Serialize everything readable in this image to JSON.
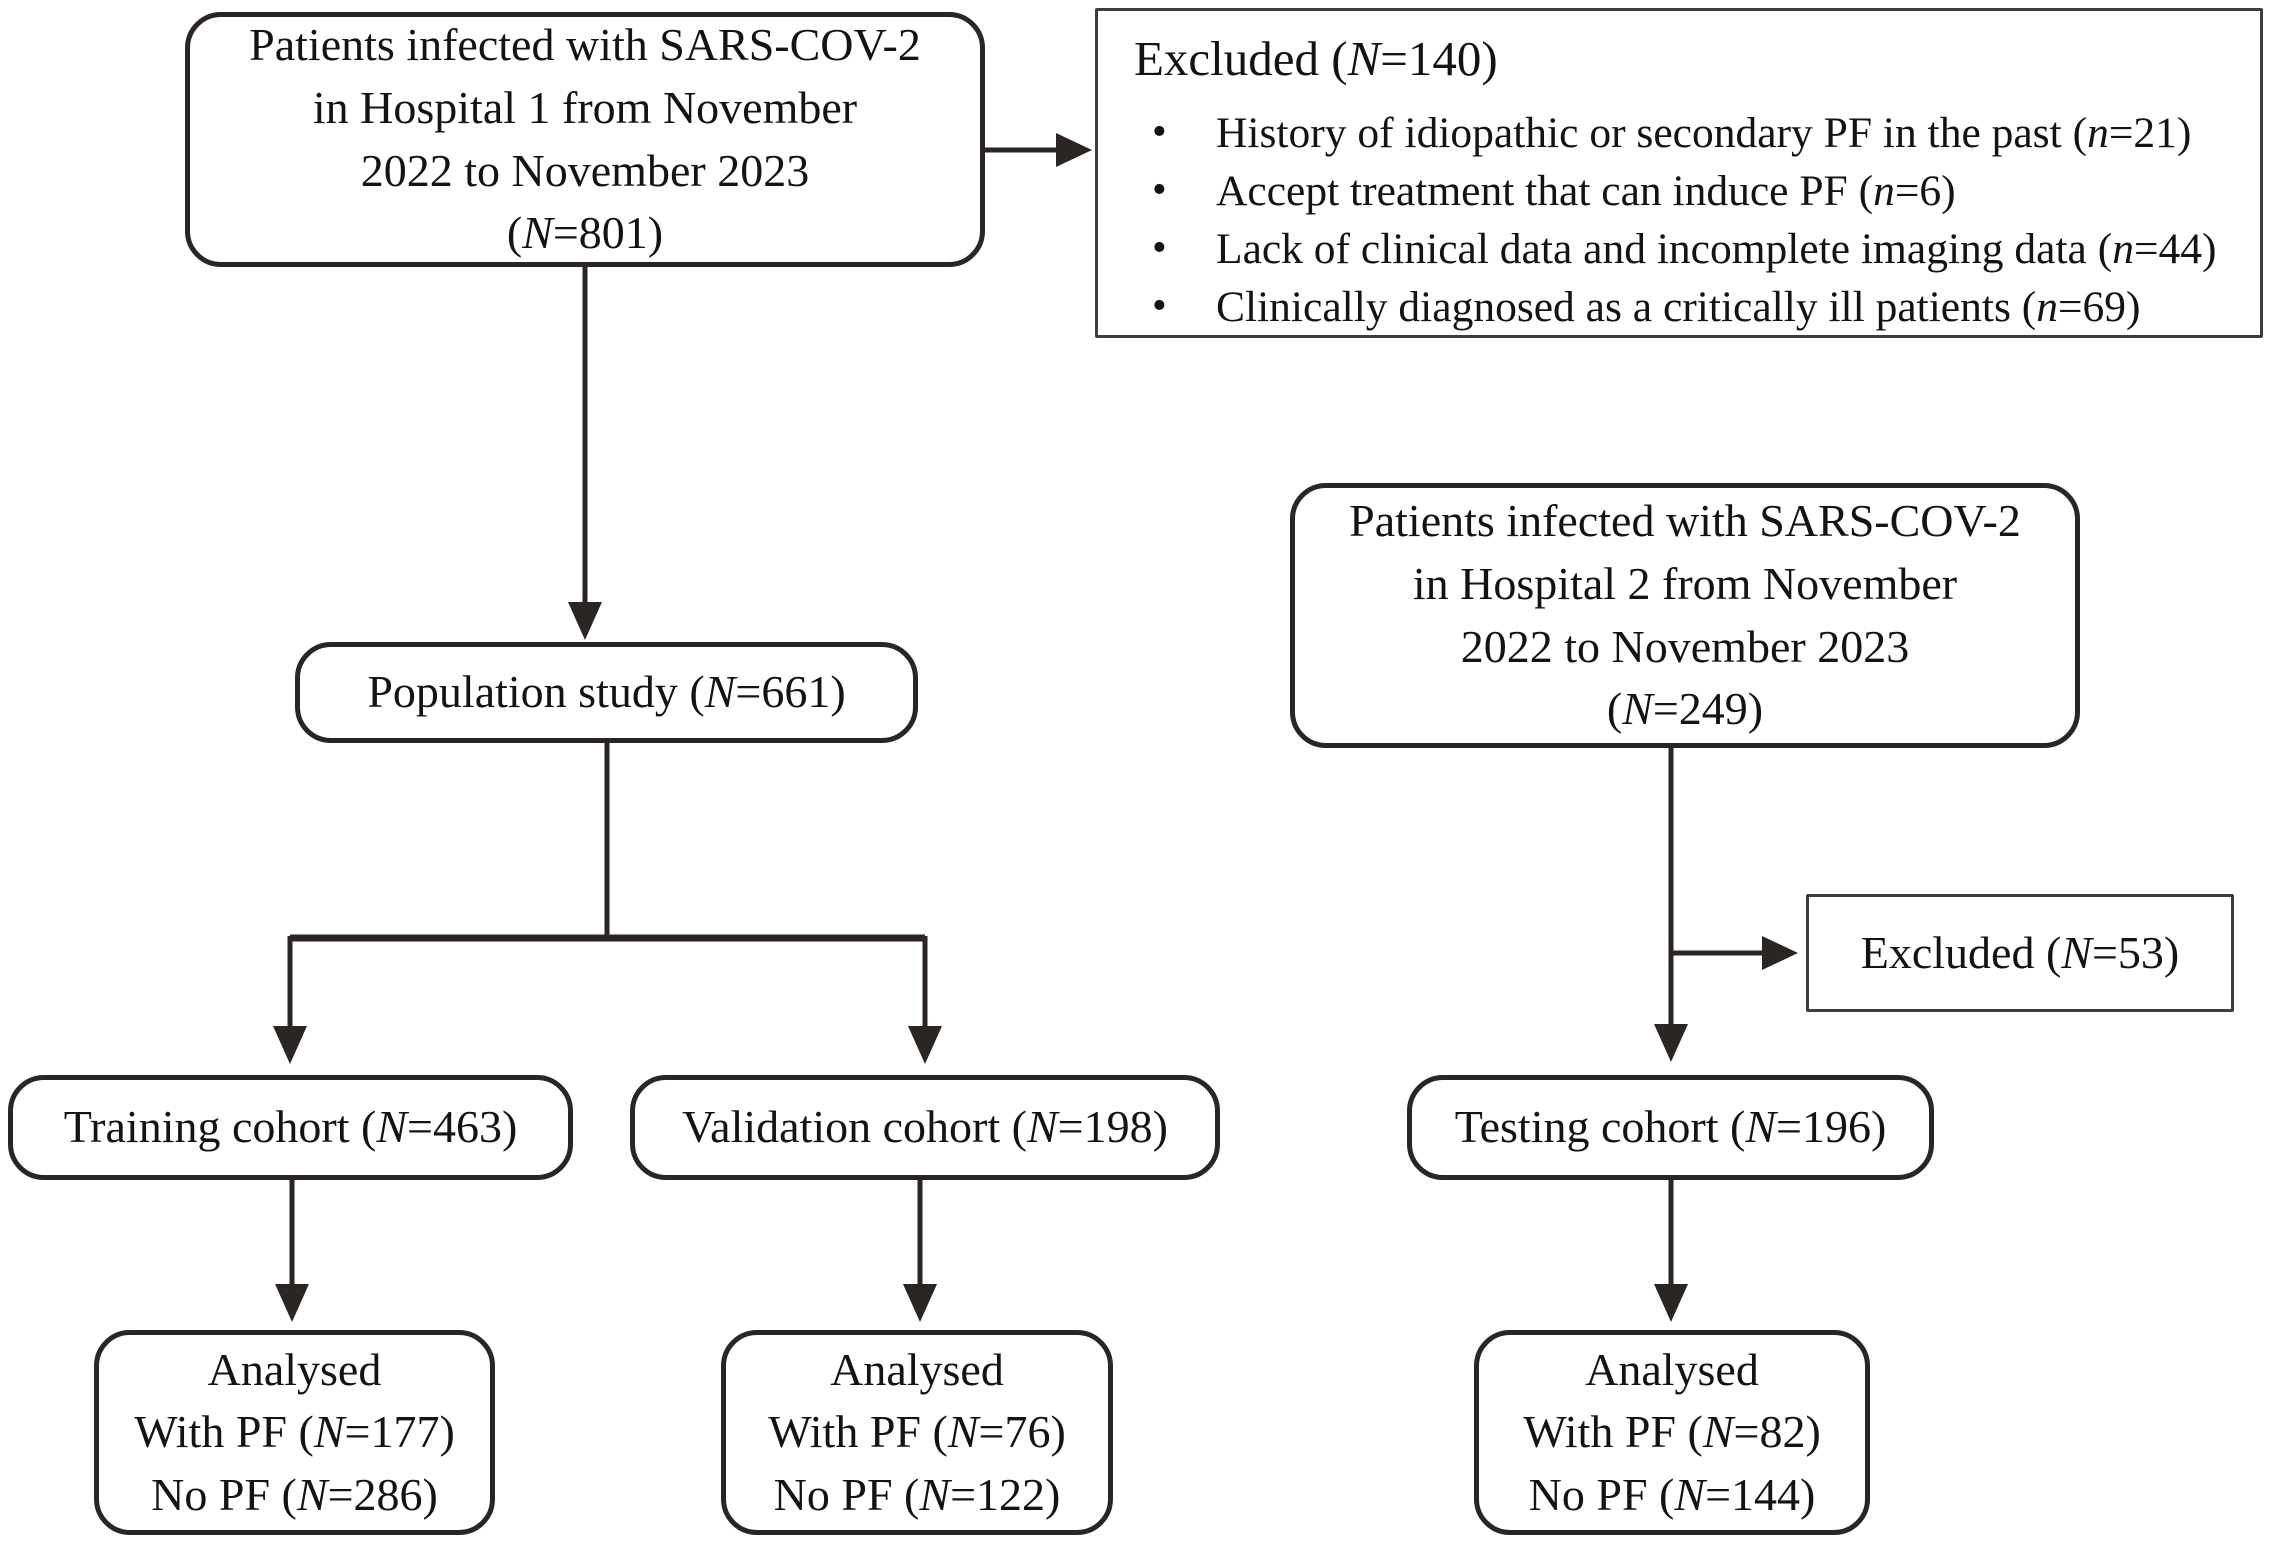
{
  "palette": {
    "background": "#ffffff",
    "line_color": "#2b2523",
    "text_color": "#141212",
    "square_border_color": "#413c3a"
  },
  "boxes": {
    "hospital1": {
      "lines": [
        "Patients infected with SARS-COV-2",
        "in Hospital 1 from November",
        "2022 to November 2023",
        "(N=801)"
      ]
    },
    "excluded1": {
      "title": "Excluded (N=140)",
      "items": [
        "History of idiopathic or secondary PF in the past (n=21)",
        "Accept treatment that can induce PF (n=6)",
        "Lack of clinical data and incomplete imaging data (n=44)",
        "Clinically diagnosed as a critically ill patients (n=69)"
      ]
    },
    "population": {
      "label": "Population study (N=661)"
    },
    "hospital2": {
      "lines": [
        "Patients infected with SARS-COV-2",
        "in Hospital 2 from November",
        "2022 to November 2023",
        "(N=249)"
      ]
    },
    "excluded2": {
      "label": "Excluded (N=53)"
    },
    "training": {
      "label": "Training cohort (N=463)"
    },
    "validation": {
      "label": "Validation cohort (N=198)"
    },
    "testing": {
      "label": "Testing cohort (N=196)"
    },
    "analysed_training": {
      "lines": [
        "Analysed",
        "With PF (N=177)",
        "No PF (N=286)"
      ]
    },
    "analysed_validation": {
      "lines": [
        "Analysed",
        "With PF (N=76)",
        "No PF (N=122)"
      ]
    },
    "analysed_testing": {
      "lines": [
        "Analysed",
        "With PF (N=82)",
        "No PF (N=144)"
      ]
    }
  }
}
